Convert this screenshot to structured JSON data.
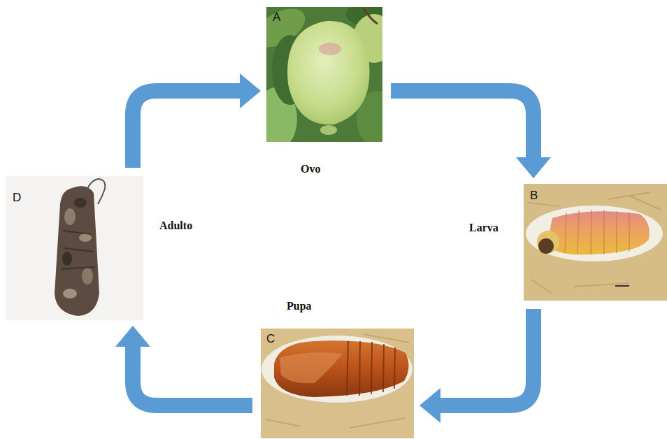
{
  "diagram": {
    "nodes": [
      {
        "text": [
          "A",
          "Ovo"
        ]
      },
      {
        "text": [
          "B",
          "Larva"
        ]
      },
      {
        "text": [
          "C",
          "Pupa"
        ]
      },
      {
        "text": [
          "D",
          "Adulto"
        ]
      }
    ],
    "edges": [
      {
        "from": 0,
        "to": 1,
        "arrow": "to"
      },
      {
        "from": 1,
        "to": 2,
        "arrow": "to"
      },
      {
        "from": 2,
        "to": 3,
        "arrow": "to"
      },
      {
        "from": 3,
        "to": 0,
        "arrow": "to"
      }
    ]
  }
}
